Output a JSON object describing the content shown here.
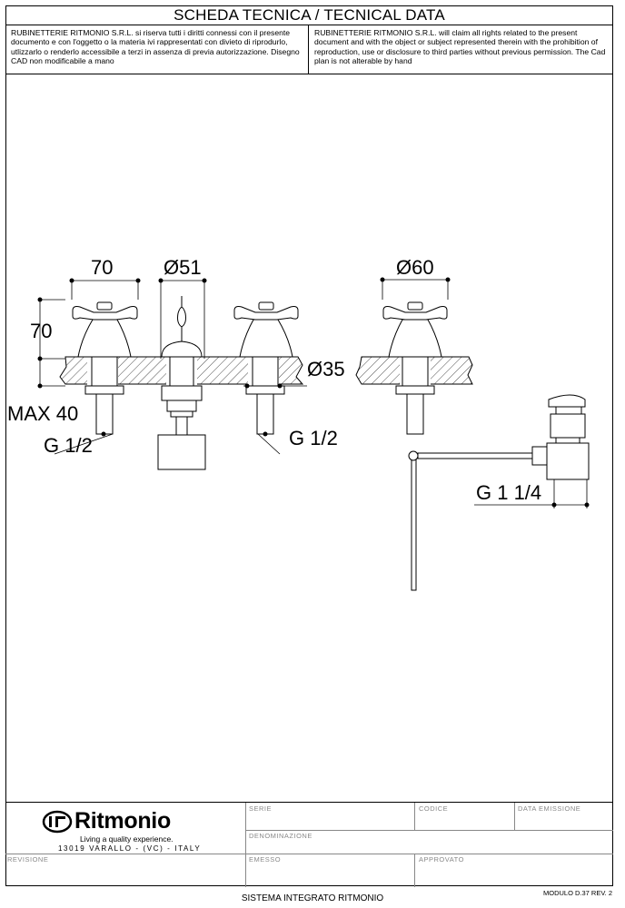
{
  "header": {
    "title": "SCHEDA TECNICA / TECNICAL DATA",
    "notice_it": "RUBINETTERIE RITMONIO S.R.L. si riserva tutti i diritti connessi con il presente documento e con l'oggetto o la materia ivi rappresentati con divieto di riprodurlo, utlizzarlo o renderlo accessibile a terzi in assenza di previa autorizzazione. Disegno CAD non modificabile a mano",
    "notice_en": "RUBINETTERIE RITMONIO S.R.L. will claim all rights related to the present document and with the object or subject represented therein with the prohibition  of reproduction, use or disclosure to third parties without previous permission.  The Cad plan is not alterable by hand"
  },
  "dimensions": {
    "width_70": "70",
    "spout_dia": "Ø51",
    "height_70": "70",
    "hole_dia": "Ø35",
    "max_thickness": "MAX 40",
    "thread_left": "G 1/2",
    "thread_right": "G 1/2",
    "side_dia": "Ø60",
    "waste_thread": "G 1 1/4"
  },
  "title_block": {
    "brand": "Ritmonio",
    "tagline": "Living a quality experience.",
    "address": "13019 VARALLO - (VC) - ITALY",
    "serie_label": "SERIE",
    "codice_label": "CODICE",
    "data_label": "DATA  EMISSIONE",
    "denominazione_label": "DENOMINAZIONE",
    "revisione_label": "REVISIONE",
    "emesso_label": "EMESSO",
    "approvato_label": "APPROVATO"
  },
  "footer": {
    "system": "SISTEMA INTEGRATO RITMONIO",
    "module": "MODULO D.37 REV. 2"
  }
}
